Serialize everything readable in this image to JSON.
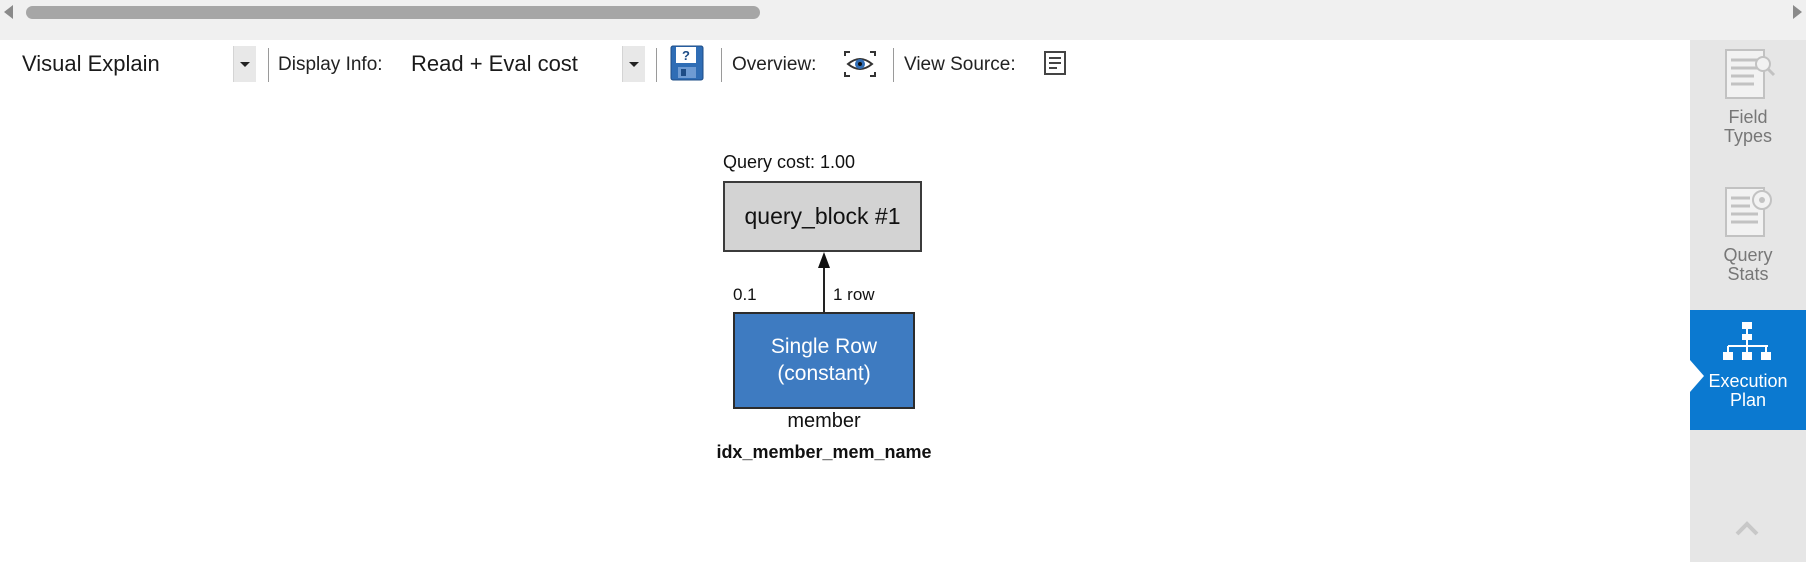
{
  "toolbar": {
    "view_mode": "Visual Explain",
    "display_info_label": "Display Info:",
    "display_info_value": "Read + Eval cost",
    "overview_label": "Overview:",
    "view_source_label": "View Source:",
    "save_icon": "save-help-icon",
    "overview_icon": "eye-icon",
    "view_source_icon": "document-icon"
  },
  "diagram": {
    "query_cost": "Query cost: 1.00",
    "query_block": "query_block #1",
    "edge_cost": "0.1",
    "edge_rows": "1 row",
    "access_type_line1": "Single Row",
    "access_type_line2": "(constant)",
    "table": "member",
    "index": "idx_member_mem_name"
  },
  "side_panel": {
    "items": [
      {
        "label_line1": "Field",
        "label_line2": "Types",
        "icon": "field-types-icon",
        "active": false
      },
      {
        "label_line1": "Query",
        "label_line2": "Stats",
        "icon": "query-stats-icon",
        "active": false
      },
      {
        "label_line1": "Execution",
        "label_line2": "Plan",
        "icon": "execution-plan-icon",
        "active": true
      }
    ]
  },
  "colors": {
    "access_box": "#3e7bc1",
    "query_block_box": "#d3d3d3",
    "active_panel": "#0b79d0"
  }
}
